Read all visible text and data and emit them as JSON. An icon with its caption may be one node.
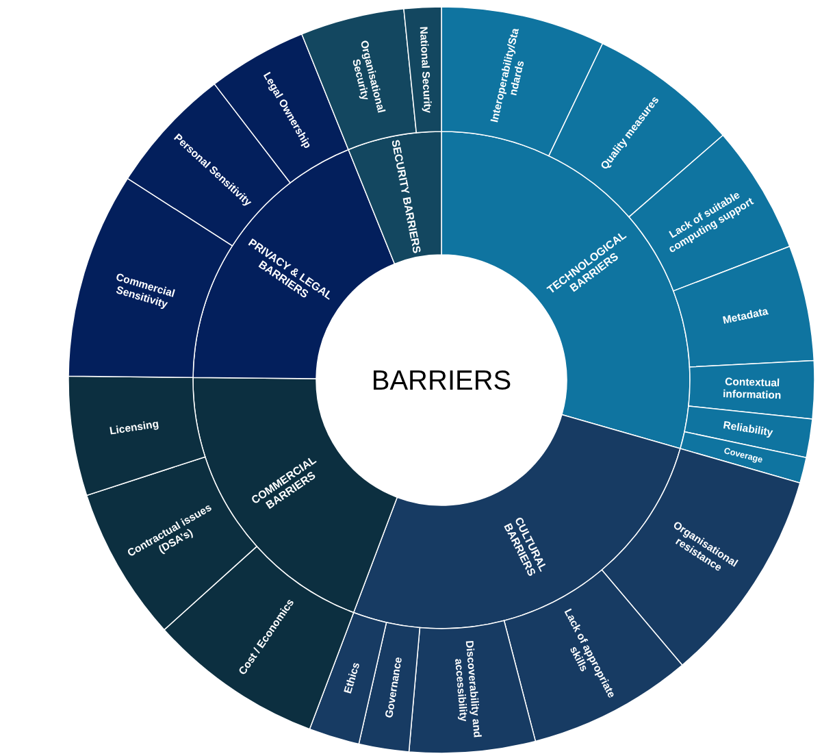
{
  "diagram": {
    "nodes": [
      {
        "text": [
          "BARRIERS"
        ]
      },
      {
        "text": [
          "TECHNOLOGICAL BARRIERS"
        ]
      },
      {
        "text": [
          "Interoperability/Standards"
        ]
      },
      {
        "text": [
          "Quality measures"
        ]
      },
      {
        "text": [
          "Lack of suitable computing support"
        ]
      },
      {
        "text": [
          "Metadata"
        ]
      },
      {
        "text": [
          "Contextual information"
        ]
      },
      {
        "text": [
          "Reliability"
        ]
      },
      {
        "text": [
          "Coverage"
        ]
      },
      {
        "text": [
          "CULTURAL BARRIERS"
        ]
      },
      {
        "text": [
          "Organisational resistance"
        ]
      },
      {
        "text": [
          "Lack of appropriate skills"
        ]
      },
      {
        "text": [
          "Discoverability and accessibility"
        ]
      },
      {
        "text": [
          "Governance"
        ]
      },
      {
        "text": [
          "Ethics"
        ]
      },
      {
        "text": [
          "COMMERCIAL BARRIERS"
        ]
      },
      {
        "text": [
          "Cost / Economics"
        ]
      },
      {
        "text": [
          "Contractual issues (DSA’s)"
        ]
      },
      {
        "text": [
          "Licensing"
        ]
      },
      {
        "text": [
          "PRIVACY & LEGAL BARRIERS"
        ]
      },
      {
        "text": [
          "Commercial Sensitivity"
        ]
      },
      {
        "text": [
          "Personal Sensitivity"
        ]
      },
      {
        "text": [
          "Legal Ownership"
        ]
      },
      {
        "text": [
          "SECURITY BARRIERS"
        ]
      },
      {
        "text": [
          "Organisational Security"
        ]
      },
      {
        "text": [
          "National Security"
        ]
      }
    ]
  }
}
